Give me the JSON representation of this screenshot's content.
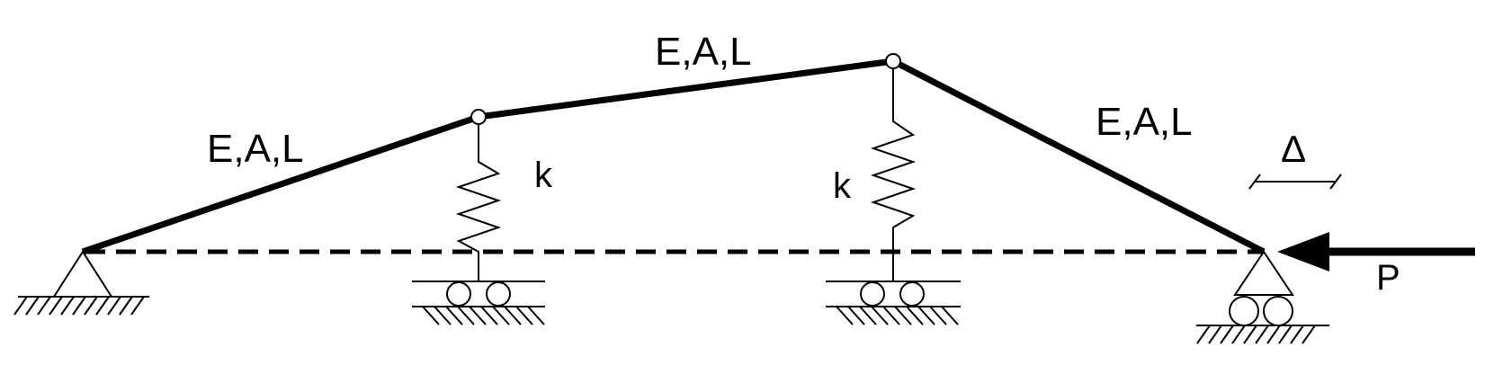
{
  "labels": {
    "member_left": "E,A,L",
    "member_middle": "E,A,L",
    "member_right": "E,A,L",
    "spring_left": "k",
    "spring_right": "k",
    "delta": "Δ",
    "load": "P"
  }
}
